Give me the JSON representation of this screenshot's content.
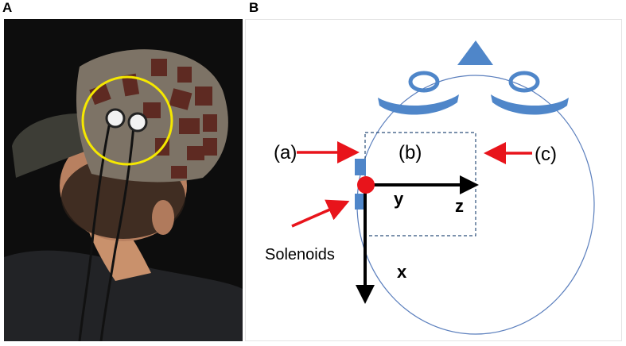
{
  "panels": [
    {
      "letter": "A"
    },
    {
      "letter": "B"
    }
  ],
  "diagram": {
    "labels": {
      "a": "(a)",
      "b": "(b)",
      "c": "(c)",
      "solenoids": "Solenoids",
      "axis_x": "x",
      "axis_y": "y",
      "axis_z": "z"
    },
    "colors": {
      "head_outline": "#5b7fbd",
      "feature_fill": "#4f86c9",
      "pointer_arrow": "#e8141b",
      "origin_dot": "#e8141b",
      "axis": "#000000",
      "region_box": "#2c4f7a"
    }
  },
  "photo": {
    "highlight_ring_color": "#f5e800",
    "cap_color": "#7d7366",
    "patch_color": "#5e2a22"
  }
}
